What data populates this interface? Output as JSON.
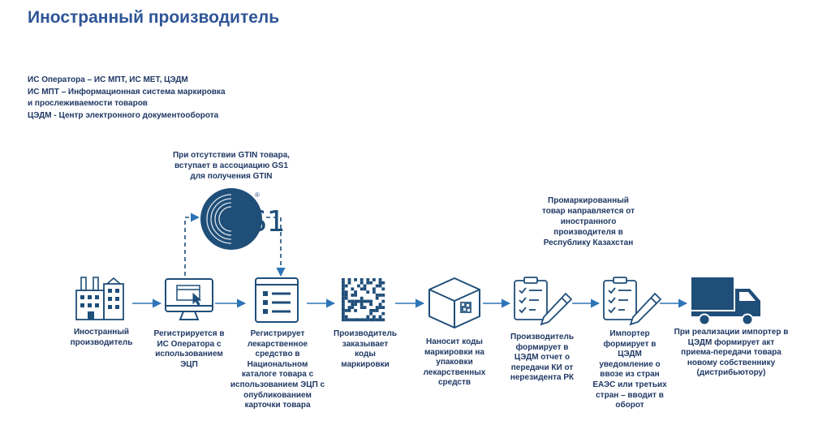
{
  "title": "Иностранный производитель",
  "legend": [
    "ИС Оператора – ИС МПТ, ИС МЕТ, ЦЭДМ",
    "ИС МПТ – Информационная система маркировка",
    "и прослеживаемости товаров",
    "ЦЭДМ - Центр электронного документооборота"
  ],
  "gs1_note": [
    "При отсутствии GTIN товара,",
    "вступает в ассоциацию GS1",
    "для получения GTIN"
  ],
  "gs1_logo": {
    "text": "GS1",
    "mark": "®"
  },
  "shipping_note": [
    "Промаркированный",
    "товар направляется от",
    "иностранного",
    "производителя в",
    "Республику Казахстан"
  ],
  "steps": [
    {
      "icon": "factory-icon",
      "lines": [
        "Иностранный",
        "производитель"
      ]
    },
    {
      "icon": "computer-monitor-icon",
      "lines": [
        "Регистрируется в",
        "ИС Оператора  с",
        "использованием",
        "ЭЦП"
      ]
    },
    {
      "icon": "catalog-list-icon",
      "lines": [
        "Регистрирует",
        "лекарственное",
        "средство в",
        "Национальном",
        "каталоге товара с",
        "использованием ЭЦП с",
        "опубликованием",
        "карточки товара"
      ]
    },
    {
      "icon": "datamatrix-code-icon",
      "lines": [
        "Производитель",
        "заказывает",
        "коды",
        "маркировки"
      ]
    },
    {
      "icon": "package-box-icon",
      "lines": [
        "Наносит коды",
        "маркировки на",
        "упаковки",
        "лекарственных",
        "средств"
      ]
    },
    {
      "icon": "checklist-report-icon",
      "lines": [
        "Производитель",
        "формирует в",
        "ЦЭДМ отчет о",
        "передачи КИ от",
        "нерезидента РК"
      ]
    },
    {
      "icon": "checklist-notification-icon",
      "lines": [
        "Импортер",
        "формирует в",
        "ЦЭДМ",
        "уведомление о",
        "ввозе из стран",
        "ЕАЭС или третьих",
        "стран – вводит в",
        "оборот"
      ]
    },
    {
      "icon": "delivery-truck-icon",
      "lines": [
        "При реализации импортер в",
        "ЦЭДМ формирует акт",
        "приема-передачи товара",
        "новому собственнику",
        "(дистрибьютору)"
      ]
    }
  ],
  "colors": {
    "title": "#2f5597",
    "text": "#1f3864",
    "icon": "#1f4e79",
    "arrow": "#2e75b6",
    "logo": "#1f4e79"
  }
}
